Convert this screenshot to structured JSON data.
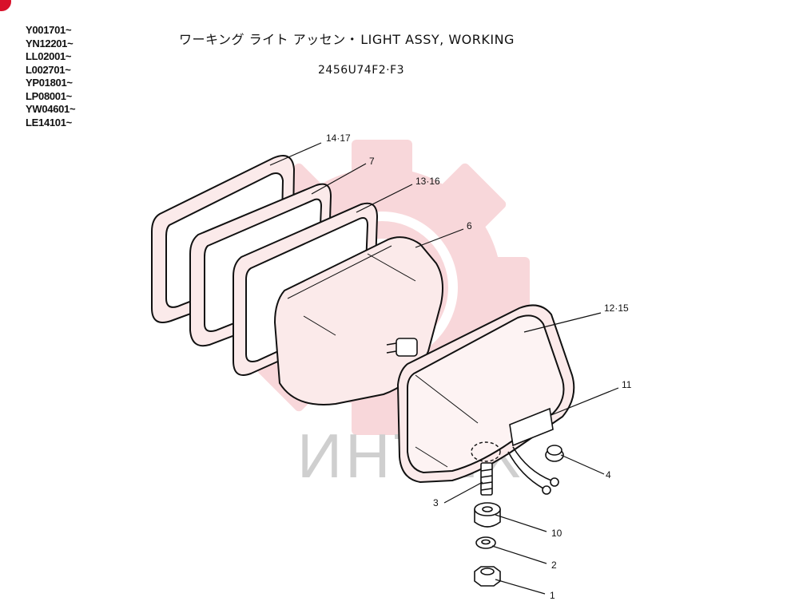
{
  "serial_numbers": [
    "Y001701~",
    "YN12201~",
    "LL02001~",
    "L002701~",
    "YP01801~",
    "LP08001~",
    "YW04601~",
    "LE14101~"
  ],
  "title": {
    "japanese": "ワーキング ライト アッセン・",
    "english": "LIGHT ASSY, WORKING"
  },
  "part_code": "2456U74F2·F3",
  "watermark_text": "ИНТЕХ",
  "callouts": {
    "c14_17": "14·17",
    "c7": "7",
    "c13_16": "13·16",
    "c6": "6",
    "c12_15": "12·15",
    "c11": "11",
    "c4": "4",
    "c3": "3",
    "c10": "10",
    "c2": "2",
    "c1": "1"
  },
  "colors": {
    "watermark_red": "#f4b8bc",
    "line": "#111111",
    "corner_mark": "#d8102a"
  }
}
